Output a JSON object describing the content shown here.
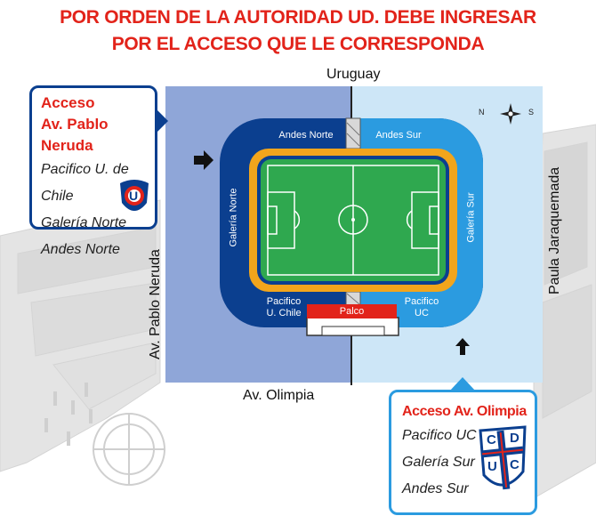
{
  "header": {
    "line1": "POR ORDEN DE LA AUTORIDAD UD. DEBE INGRESAR",
    "line2": "POR EL ACCESO QUE LE CORRESPONDA"
  },
  "streets": {
    "north": "Uruguay",
    "south": "Av. Olimpia",
    "west": "Av. Pablo Neruda",
    "east": "Paula Jaraquemada"
  },
  "sections": {
    "andes_norte": "Andes Norte",
    "andes_sur": "Andes Sur",
    "galeria_norte": "Galería Norte",
    "galeria_sur": "Galería Sur",
    "pacifico_uchile_1": "Pacifico",
    "pacifico_uchile_2": "U. Chile",
    "pacifico_uc_1": "Pacifico",
    "pacifico_uc_2": "UC",
    "palco": "Palco"
  },
  "compass": {
    "n": "N",
    "s": "S"
  },
  "access_west": {
    "title_1": "Acceso",
    "title_2": "Av. Pablo Neruda",
    "items": [
      "Pacifico U. de Chile",
      "Galería Norte",
      "Andes Norte"
    ],
    "logo_letter": "U"
  },
  "access_south": {
    "title": "Acceso Av. Olimpia",
    "items": [
      "Pacifico UC",
      "Galería Sur",
      "Andes Sur"
    ],
    "logo_letters": [
      "C",
      "D",
      "U",
      "C"
    ]
  },
  "colors": {
    "title_red": "#e2231a",
    "zone_west": "#8fa6d8",
    "zone_east": "#cde6f7",
    "stand_dark": "#0b3f8f",
    "stand_light": "#2b9be0",
    "track": "#f2a51c",
    "pitch": "#2fa84f",
    "palco": "#e2231a"
  }
}
